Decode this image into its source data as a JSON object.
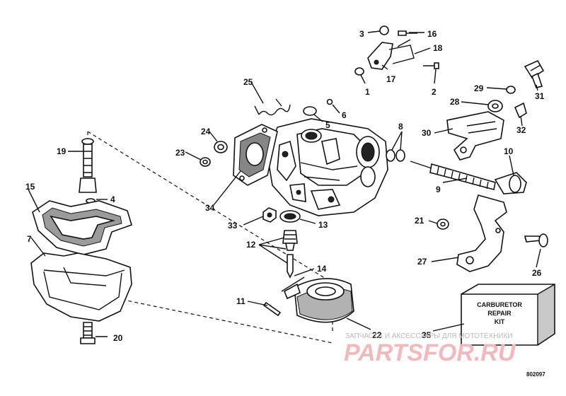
{
  "callouts": {
    "n1": "1",
    "n2": "2",
    "n3": "3",
    "n4": "4",
    "n5": "5",
    "n6": "6",
    "n7": "7",
    "n8": "8",
    "n9": "9",
    "n10": "10",
    "n11": "11",
    "n12": "12",
    "n13": "13",
    "n14": "14",
    "n15": "15",
    "n16": "16",
    "n17": "17",
    "n18": "18",
    "n19": "19",
    "n20": "20",
    "n21": "21",
    "n22": "22",
    "n23": "23",
    "n24": "24",
    "n25": "25",
    "n26": "26",
    "n27": "27",
    "n28": "28",
    "n29": "29",
    "n30": "30",
    "n31": "31",
    "n32": "32",
    "n33": "33",
    "n34": "34",
    "n35": "35"
  },
  "kit_box": {
    "line1": "CARBURETOR",
    "line2": "REPAIR",
    "line3": "KIT"
  },
  "watermark": {
    "text": "ЗАПЧАСТИ И АКСЕССУАРЫ ДЛЯ МОТОТЕХНИКИ",
    "logo": "PARTSFOR.RU"
  },
  "figure_code": "802097"
}
